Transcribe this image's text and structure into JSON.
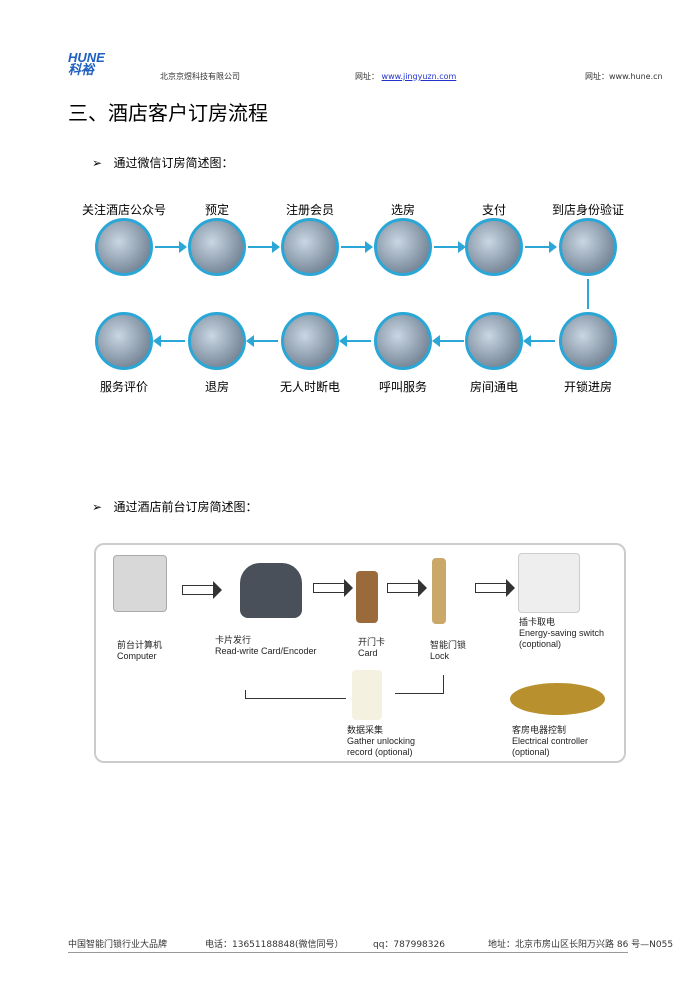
{
  "header": {
    "logo_en": "HUNE",
    "logo_cn": "科裕",
    "company": "北京京煜科技有限公司",
    "site_label1": "网址：",
    "site1": "www.jingyuzn.com",
    "site_label2": "网址：",
    "site2": "www.hune.cn"
  },
  "title": "三、酒店客户订房流程",
  "section1": {
    "heading": "通过微信订房简述图：",
    "steps_top": [
      "关注酒店公众号",
      "预定",
      "注册会员",
      "选房",
      "支付",
      "到店身份验证"
    ],
    "steps_bottom": [
      "服务评价",
      "退房",
      "无人时断电",
      "呼叫服务",
      "房间通电",
      "开锁进房"
    ]
  },
  "section2": {
    "heading": "通过酒店前台订房简述图：",
    "nodes": [
      {
        "cn": "前台计算机",
        "en": "Computer"
      },
      {
        "cn": "卡片发行",
        "en": "Read-write Card/Encoder"
      },
      {
        "cn": "开门卡",
        "en": "Card"
      },
      {
        "cn": "智能门锁",
        "en": "Lock"
      },
      {
        "cn": "插卡取电",
        "en": "Energy-saving switch (coptional)"
      },
      {
        "cn": "数据采集",
        "en": "Gather unlocking record (optional)"
      },
      {
        "cn": "客房电器控制",
        "en": "Electrical controller (optional)"
      }
    ]
  },
  "footer": {
    "brand": "中国智能门锁行业大品牌",
    "phone": "电话：13651188848(微信同号）",
    "qq": "qq：787998326",
    "address": "地址：北京市房山区长阳万兴路 86 号—N055"
  },
  "colors": {
    "accent": "#2aa7d6",
    "link": "#2233cc"
  }
}
